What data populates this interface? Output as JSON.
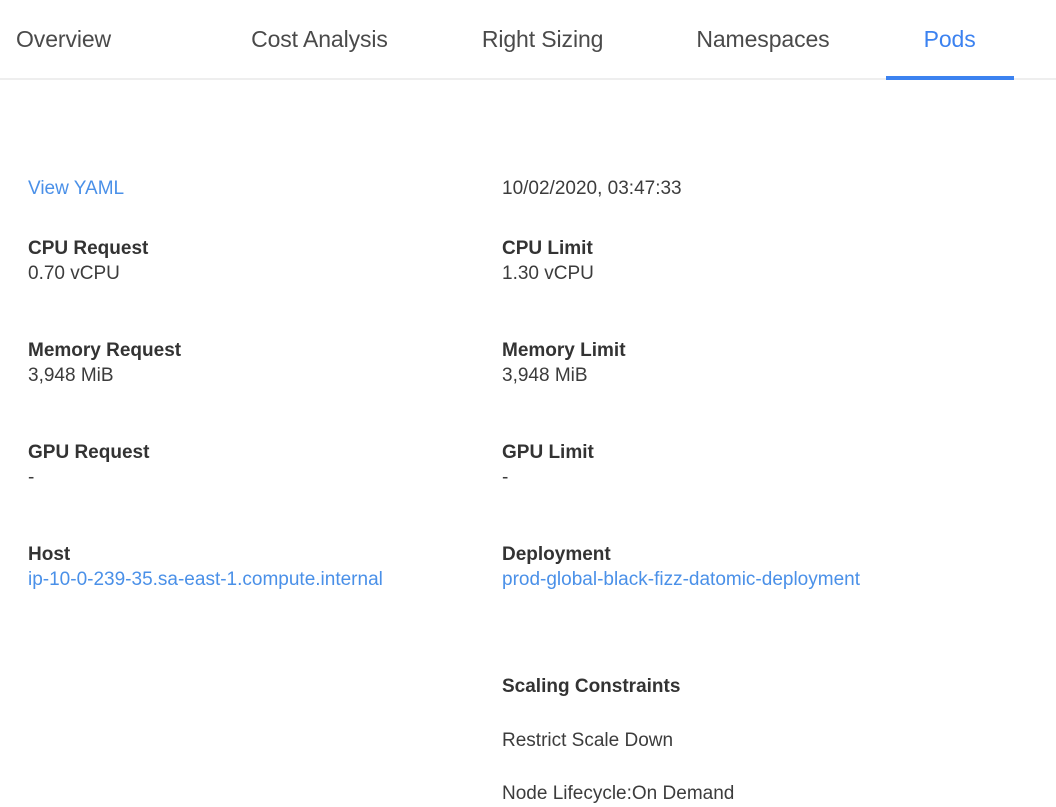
{
  "tabs": [
    {
      "label": "Overview",
      "active": false
    },
    {
      "label": "Cost Analysis",
      "active": false
    },
    {
      "label": "Right Sizing",
      "active": false
    },
    {
      "label": "Namespaces",
      "active": false
    },
    {
      "label": "Pods",
      "active": true
    }
  ],
  "colors": {
    "accent": "#3c82f0",
    "link": "#4a90e8",
    "label": "#333333",
    "value": "#3c3c3c",
    "divider": "#eeeeee"
  },
  "detail": {
    "view_yaml_label": "View YAML",
    "timestamp": "10/02/2020, 03:47:33",
    "cpu_request": {
      "label": "CPU Request",
      "value": "0.70 vCPU"
    },
    "cpu_limit": {
      "label": "CPU Limit",
      "value": "1.30 vCPU"
    },
    "memory_request": {
      "label": "Memory Request",
      "value": "3,948 MiB"
    },
    "memory_limit": {
      "label": "Memory Limit",
      "value": "3,948 MiB"
    },
    "gpu_request": {
      "label": "GPU Request",
      "value": "-"
    },
    "gpu_limit": {
      "label": "GPU Limit",
      "value": "-"
    },
    "host": {
      "label": "Host",
      "value": "ip-10-0-239-35.sa-east-1.compute.internal"
    },
    "deployment": {
      "label": "Deployment",
      "value": "prod-global-black-fizz-datomic-deployment"
    },
    "scaling": {
      "label": "Scaling Constraints",
      "items": [
        "Restrict Scale Down",
        "Node Lifecycle:On Demand"
      ]
    }
  }
}
